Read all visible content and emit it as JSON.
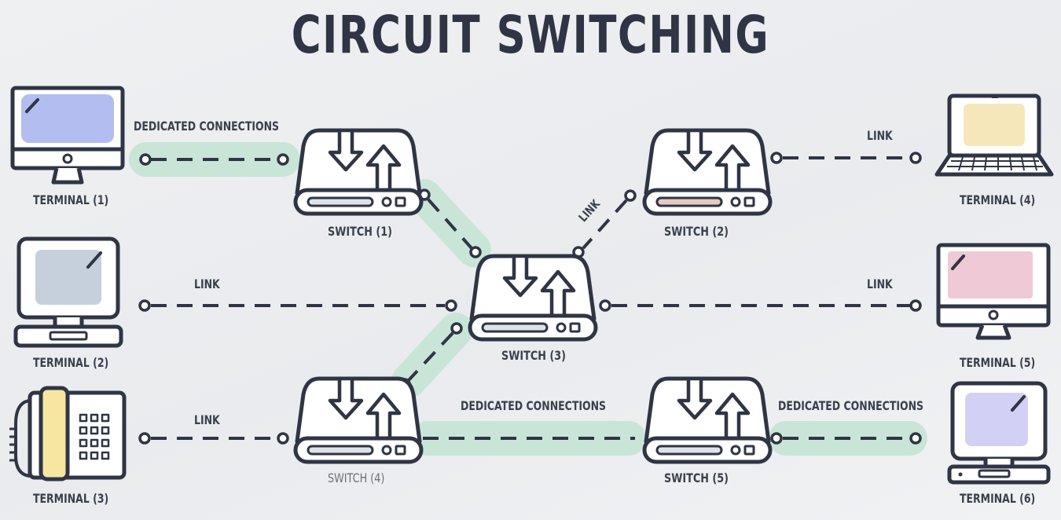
{
  "title": "CIRCUIT  SWITCHING",
  "labels": {
    "dedicated_connections": "DEDICATED CONNECTIONS",
    "link": "LINK"
  },
  "switches": [
    "SWITCH (1)",
    "SWITCH (2)",
    "SWITCH (3)",
    "SWITCH (4)",
    "SWITCH (5)"
  ],
  "terminals": [
    "TERMINAL (1)",
    "TERMINAL (2)",
    "TERMINAL (3)",
    "TERMINAL (4)",
    "TERMINAL (5)",
    "TERMINAL (6)"
  ],
  "colors": {
    "ink": "#2f3544",
    "highlight": "#c8e5d8",
    "screen_blue": "#b3bdf0",
    "screen_grey": "#c5d0dc",
    "screen_yellow": "#f6e7ba",
    "screen_pink": "#f0c9d6",
    "screen_lavender": "#d3d0f5",
    "phone_yellow": "#f6e6a2",
    "switch2_bar": "#e7c9c4"
  }
}
